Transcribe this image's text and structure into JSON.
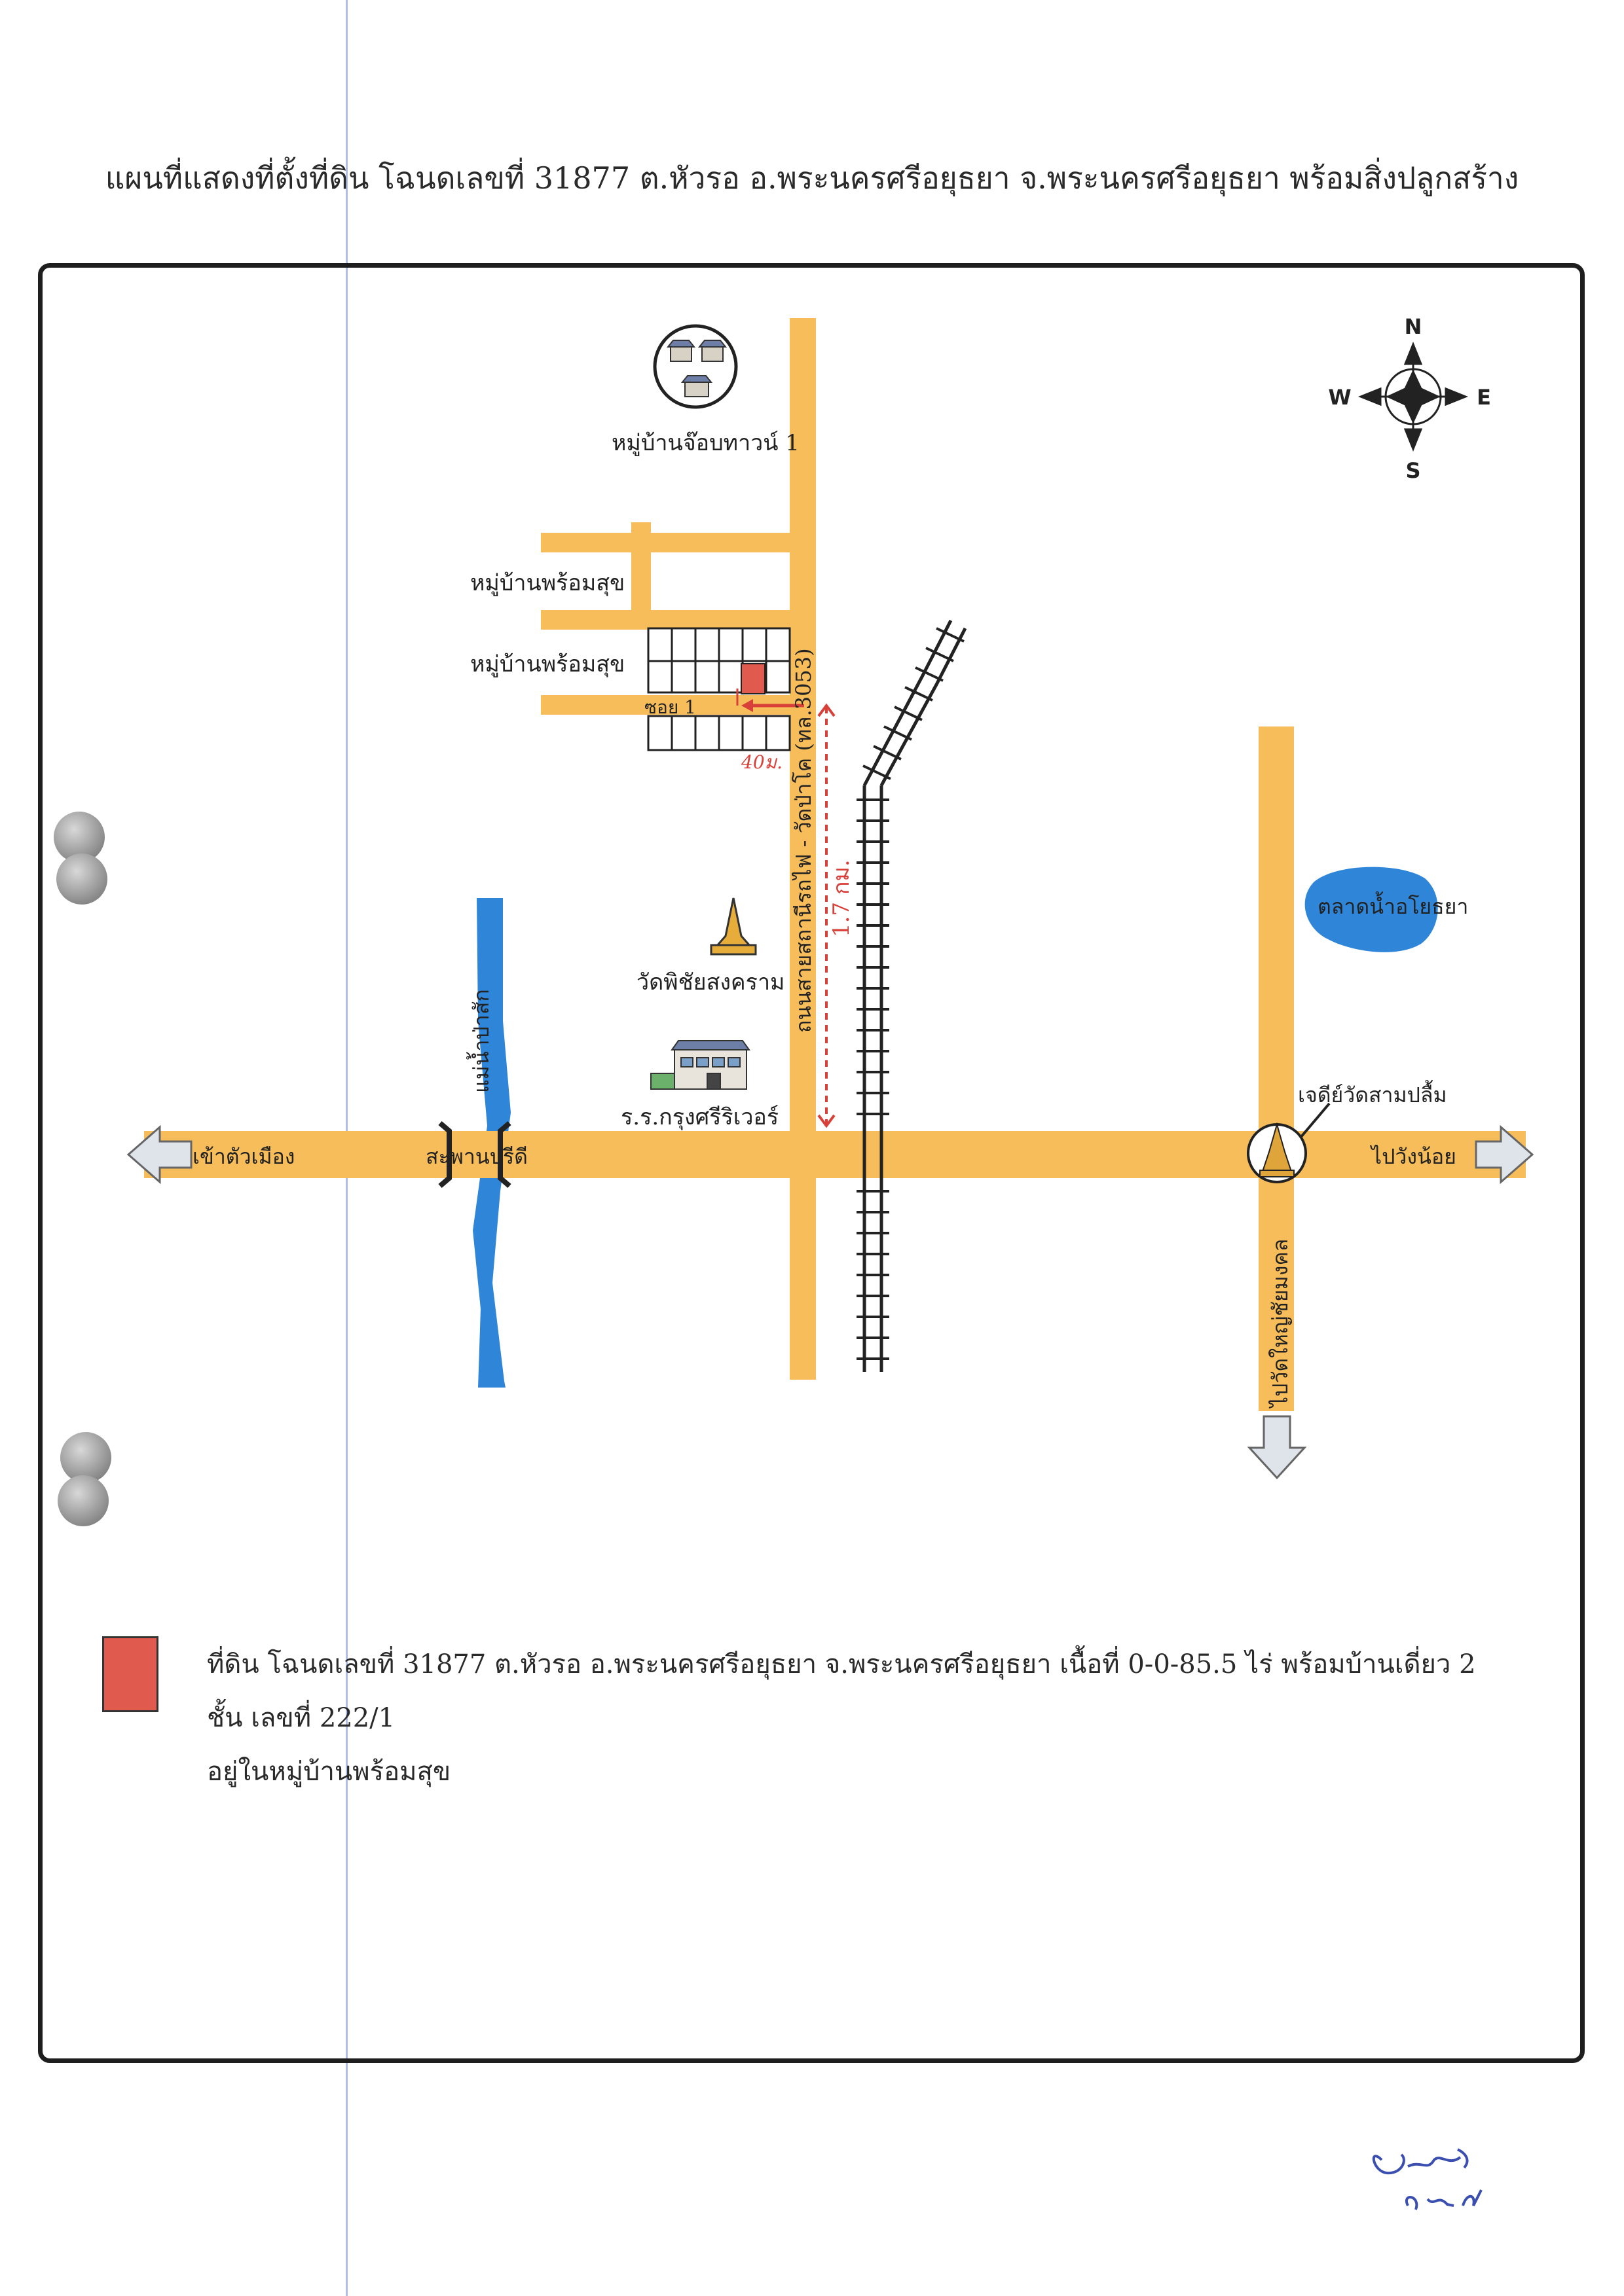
{
  "title": "แผนที่แสดงที่ตั้งที่ดิน โฉนดเลขที่ 31877 ต.หัวรอ อ.พระนครศรีอยุธยา จ.พระนครศรีอยุธยา พร้อมสิ่งปลูกสร้าง",
  "compass": {
    "n": "N",
    "s": "S",
    "e": "E",
    "w": "W"
  },
  "labels": {
    "village_jobtown": "หมู่บ้านจ๊อบทาวน์ 1",
    "village_promsuk_1": "หมู่บ้านพร้อมสุข",
    "village_promsuk_2": "หมู่บ้านพร้อมสุข",
    "soi": "ซอย 1",
    "distance_40m": "40ม.",
    "road_name": "ถนนสายสถานีรถไฟ - วัดป่าโค (ทล.3053)",
    "distance_17km": "1.7 กม.",
    "temple": "วัดพิชัยสงคราม",
    "river": "แม่น้ำป่าสัก",
    "school": "ร.ร.กรุงศรีริเวอร์",
    "to_city": "เข้าตัวเมือง",
    "bridge": "สะพานปรีดี",
    "chedi": "เจดีย์วัดสามปลื้ม",
    "to_wang_noi": "ไปวังน้อย",
    "market": "ตลาดน้ำอโยธยา",
    "to_wat_yai": "ไปวัดใหญ่ชัยมงคล"
  },
  "legend": {
    "line1": "ที่ดิน โฉนดเลขที่ 31877 ต.หัวรอ อ.พระนครศรีอยุธยา จ.พระนครศรีอยุธยา เนื้อที่ 0-0-85.5 ไร่  พร้อมบ้านเดี่ยว 2 ชั้น เลขที่ 222/1",
    "line2": "อยู่ในหมู่บ้านพร้อมสุข"
  },
  "colors": {
    "road": "#f7bd5a",
    "river": "#2f86d8",
    "plot": "#e05a4e",
    "arrow": "#dfe3ea",
    "red_annotation": "#d8413a"
  }
}
